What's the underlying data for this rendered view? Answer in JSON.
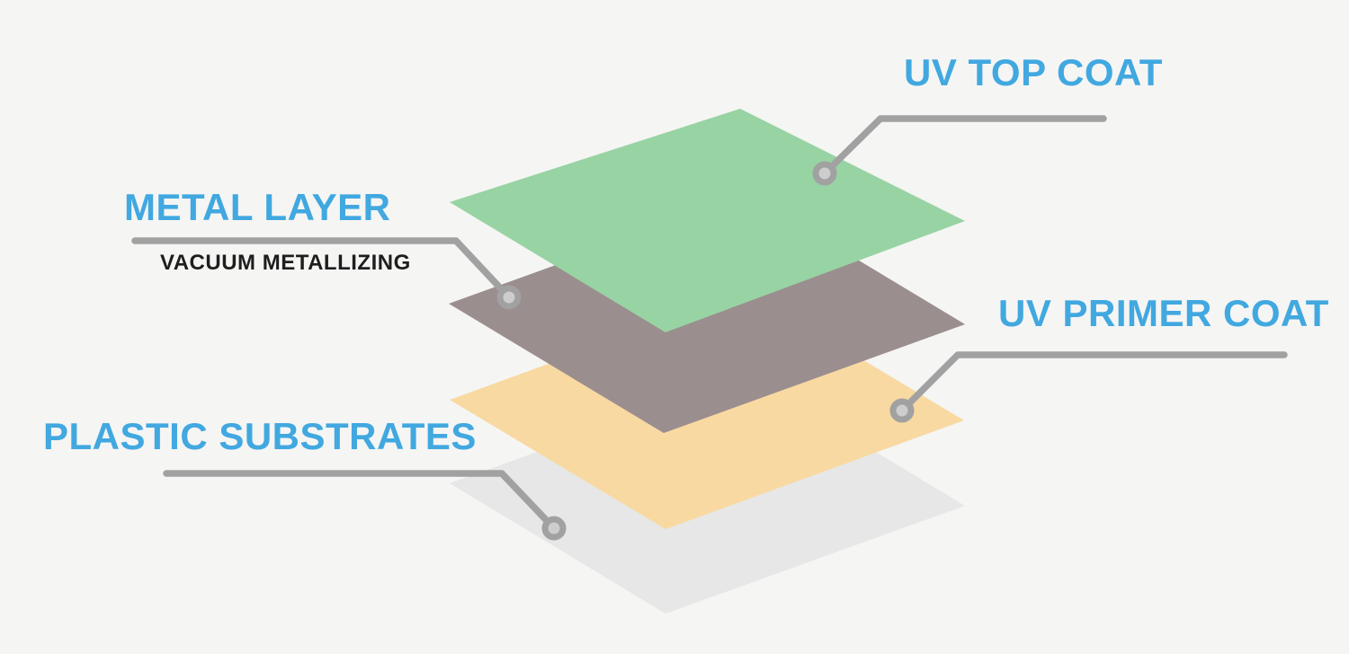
{
  "diagram": {
    "background_color": "#f5f5f4",
    "label_color": "#41a8e0",
    "sublabel_color": "#1e1e1e",
    "leader_line_color": "#a1a1a1",
    "marker_fill_color": "#cdcdcd",
    "layers": [
      {
        "label": "UV TOP COAT",
        "color": "#98d3a3"
      },
      {
        "label": "METAL LAYER",
        "sublabel": "VACUUM METALLIZING",
        "color": "#9b8e8f"
      },
      {
        "label": "UV PRIMER COAT",
        "color": "#f8d9a1"
      },
      {
        "label": "PLASTIC SUBSTRATES",
        "color": "#e7e7e7"
      }
    ]
  }
}
